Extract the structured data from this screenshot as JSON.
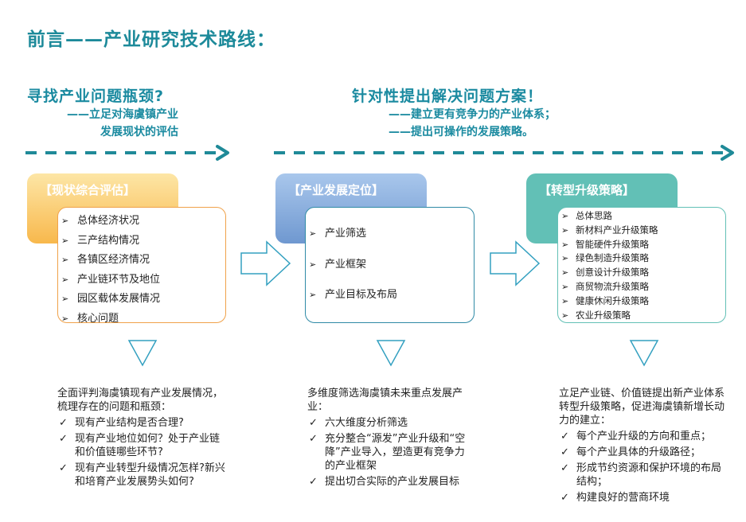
{
  "title": "前言——产业研究技术路线：",
  "left_header": {
    "question": "寻找产业问题瓶颈?",
    "sub": [
      "——立足对海虞镇产业",
      "发展现状的评估"
    ]
  },
  "right_header": {
    "question": "针对性提出解决问题方案！",
    "sub": [
      "——建立更有竞争力的产业体系；",
      "——提出可操作的发展策略。"
    ]
  },
  "colors": {
    "accent": "#1a8aa0",
    "dash_arrow": "#1f8a98",
    "stage1_tab": "#fbc66a",
    "stage1_border": "#f0a24a",
    "stage2_tab": "#8fb4e2",
    "stage2_border": "#2f8aa6",
    "stage3_tab": "#62c0b6",
    "stage3_border": "#62c0b6"
  },
  "stages": [
    {
      "tab": "【现状综合评估】",
      "items": [
        "总体经济状况",
        "三产结构情况",
        "各镇区经济情况",
        "产业链环节及地位",
        "园区载体发展情况",
        "核心问题"
      ],
      "desc_intro": "全面评判海虞镇现有产业发展情况，梳理存在的问题和瓶颈：",
      "desc_items": [
        "现有产业结构是否合理?",
        "现有产业地位如何？处于产业链和价值链哪些环节?",
        "现有产业转型升级情况怎样?新兴和培育产业发展势头如何?"
      ]
    },
    {
      "tab": "【产业发展定位】",
      "items": [
        "产业筛选",
        "产业框架",
        "产业目标及布局"
      ],
      "desc_intro": "多维度筛选海虞镇未来重点发展产业：",
      "desc_items": [
        "六大维度分析筛选",
        "充分整合“源发”产业升级和“空降”产业导入，塑造更有竞争力的产业框架",
        "提出切合实际的产业发展目标"
      ]
    },
    {
      "tab": "【转型升级策略】",
      "items": [
        "总体思路",
        "新材料产业升级策略",
        "智能硬件升级策略",
        "绿色制造升级策略",
        "创意设计升级策略",
        "商贸物流升级策略",
        "健康休闲升级策略",
        "农业升级策略"
      ],
      "desc_intro": "立足产业链、价值链提出新产业体系转型升级策略，促进海虞镇新增长动力的建立：",
      "desc_items": [
        "每个产业升级的方向和重点；",
        "每个产业具体的升级路径；",
        "形成节约资源和保护环境的布局结构；",
        "构建良好的营商环境"
      ]
    }
  ]
}
